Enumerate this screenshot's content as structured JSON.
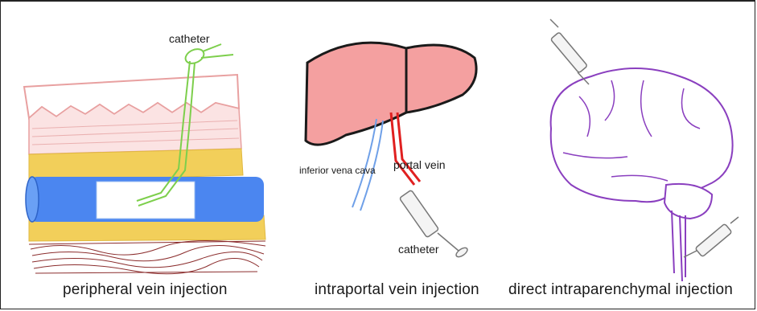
{
  "panels": [
    {
      "caption": "peripheral vein injection",
      "labels": {
        "catheter": "catheter"
      }
    },
    {
      "caption": "intraportal vein injection",
      "labels": {
        "ivc": "inferior vena cava",
        "portal": "portal vein",
        "catheter": "catheter"
      }
    },
    {
      "caption": "direct intraparenchymal injection",
      "labels": {}
    }
  ],
  "colors": {
    "skin_outline": "#e8a0a0",
    "fat": "#f2cf5a",
    "vein": "#4b86f0",
    "muscle": "#8b2d2d",
    "catheter": "#7dcf4c",
    "liver": "#f4a0a0",
    "portal_vein": "#e02020",
    "ivc": "#6fa0e8",
    "brain": "#8a3fbf"
  }
}
